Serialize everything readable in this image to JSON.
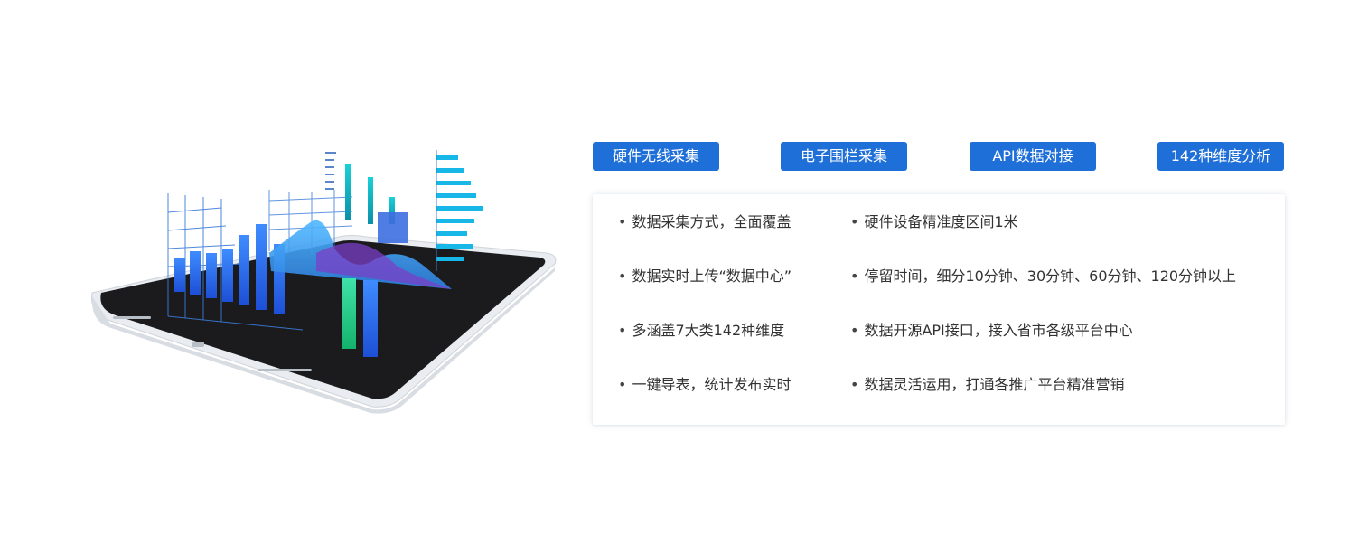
{
  "tags": [
    "硬件无线采集",
    "电子围栏采集",
    "API数据对接",
    "142种维度分析"
  ],
  "features": {
    "left": [
      "数据采集方式，全面覆盖",
      "数据实时上传“数据中心”",
      "多涵盖7大类142种维度",
      "一键导表，统计发布实时"
    ],
    "right": [
      "硬件设备精准度区间1米",
      "停留时间，细分10分钟、30分钟、60分钟、120分钟以上",
      "数据开源API接口，接入省市各级平台中心",
      "数据灵活运用，打通各推广平台精准营销"
    ]
  },
  "colors": {
    "accent": "#1f6fd8",
    "text": "#333333"
  },
  "illustration": {
    "icon": "tablet-data-visualization-icon"
  }
}
